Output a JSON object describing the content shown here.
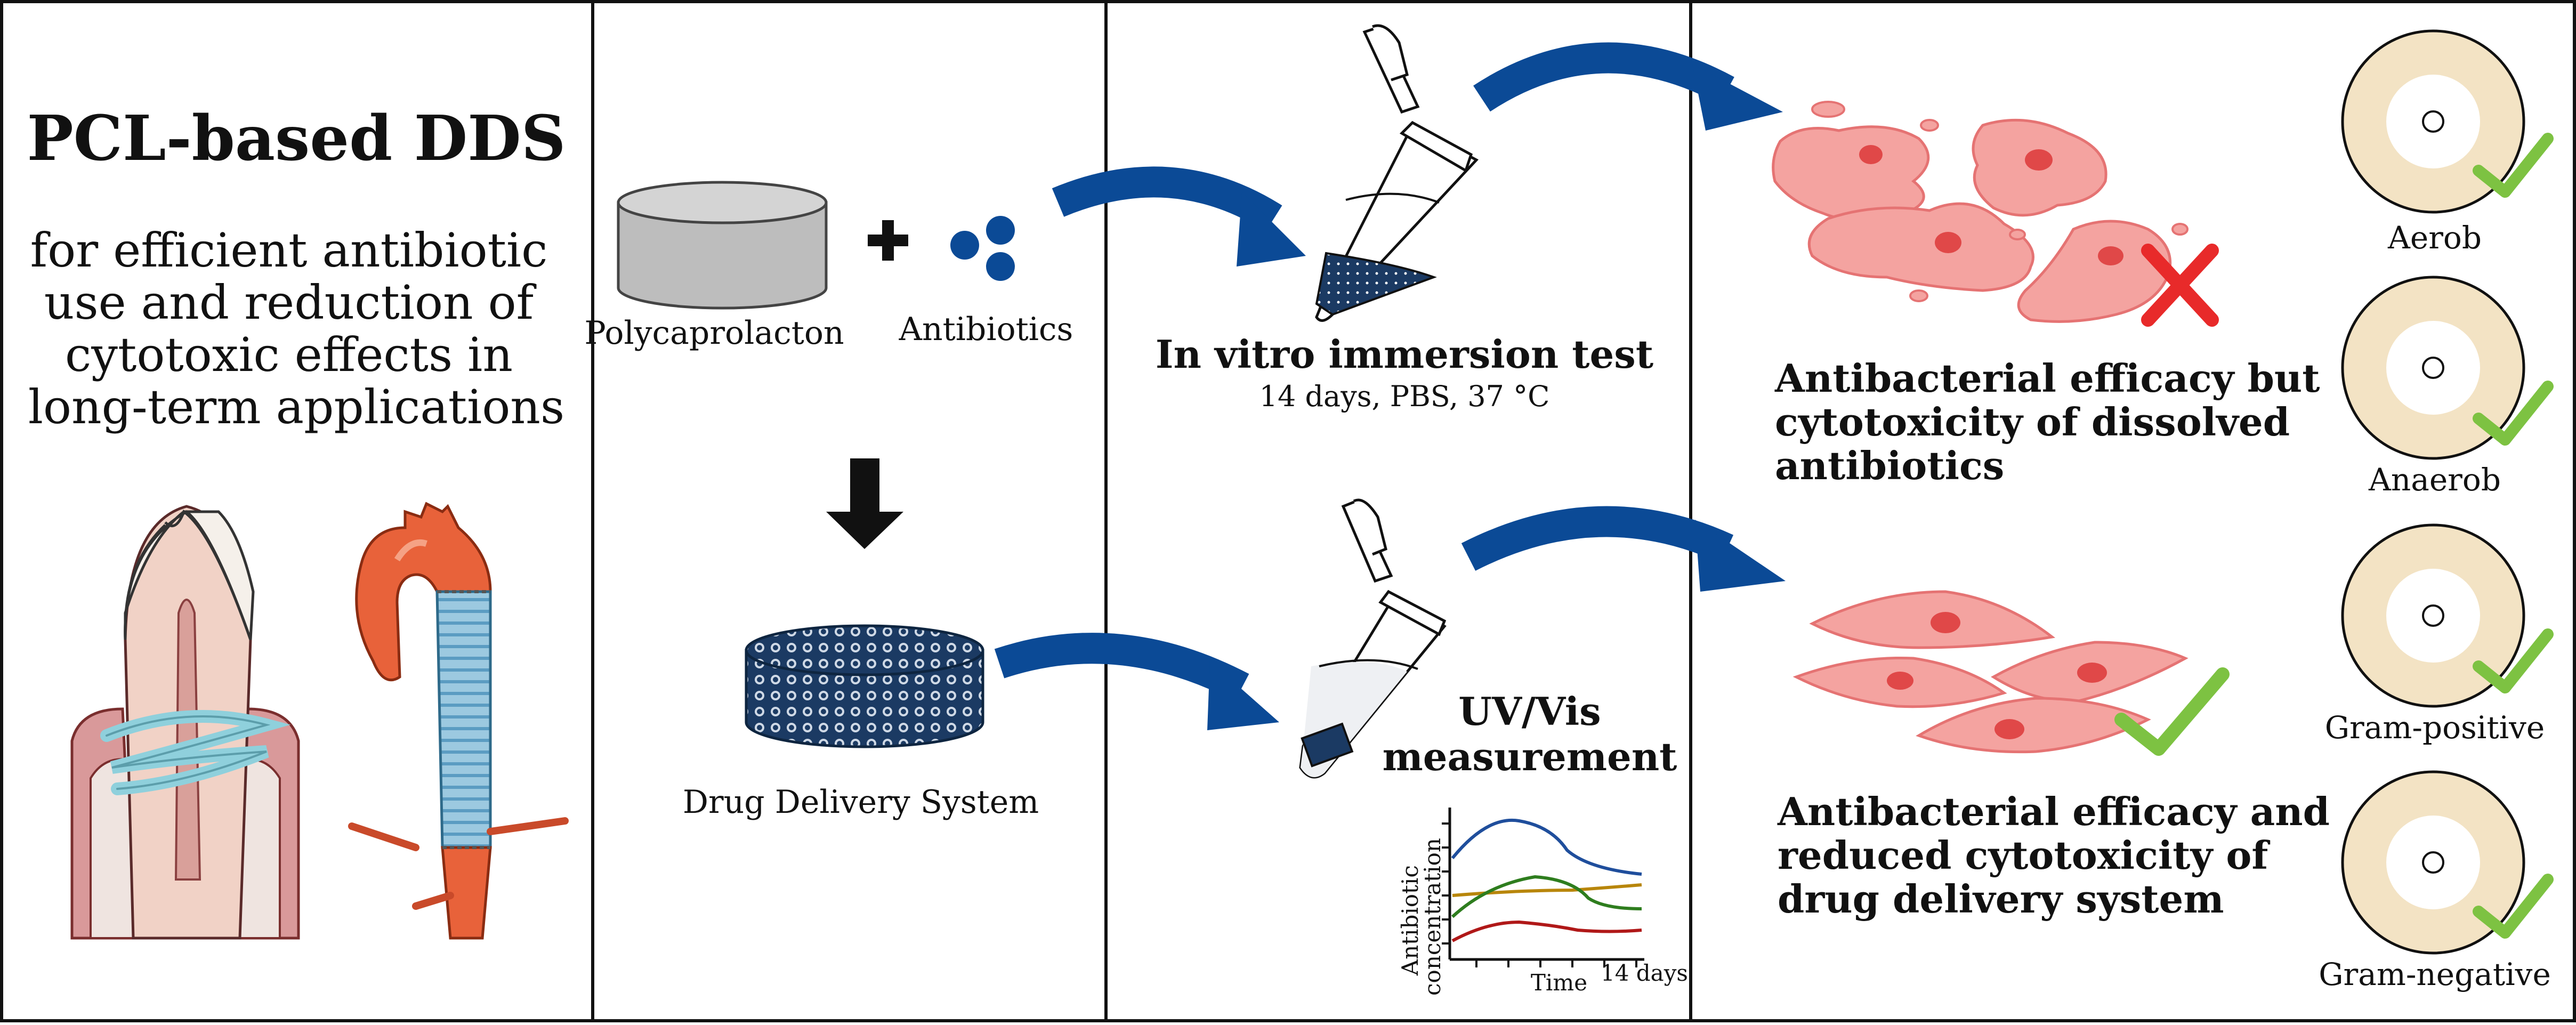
{
  "title": "PCL-based DDS",
  "subtitle_lines": [
    "for efficient antibiotic",
    "use and reduction of",
    "cytotoxic effects in",
    "long-term applications"
  ],
  "materials": {
    "polymer": "Polycaprolacton",
    "drug": "Antibiotics",
    "product": "Drug Delivery System"
  },
  "test": {
    "title": "In vitro immersion test",
    "conditions": "14 days, PBS, 37 °C"
  },
  "measurement": {
    "line1": "UV/Vis",
    "line2": "measurement"
  },
  "graph": {
    "y_line1": "Antibiotic",
    "y_line2": "concentration",
    "x_label": "Time",
    "x_end": "14 days",
    "series_colors": [
      "#1f4e9c",
      "#2e7d1e",
      "#b8860b",
      "#b01818"
    ]
  },
  "results": {
    "dissolved_lines": [
      "Antibacterial efficacy but",
      "cytotoxicity of dissolved",
      "antibiotics"
    ],
    "dds_lines": [
      "Antibacterial efficacy and",
      "reduced cytotoxicity of",
      "drug delivery system"
    ]
  },
  "bacteria": [
    "Aerob",
    "Anaerob",
    "Gram-positive",
    "Gram-negative"
  ],
  "colors": {
    "arrow_blue": "#0b4a96",
    "cell_pink": "#f4a3a0",
    "cell_edge": "#e57373",
    "nucleus": "#e04848",
    "check_green": "#7dc242",
    "cross_red": "#e82a2a",
    "plate": "#f3e3c4",
    "dark_blue": "#1b3a63"
  }
}
